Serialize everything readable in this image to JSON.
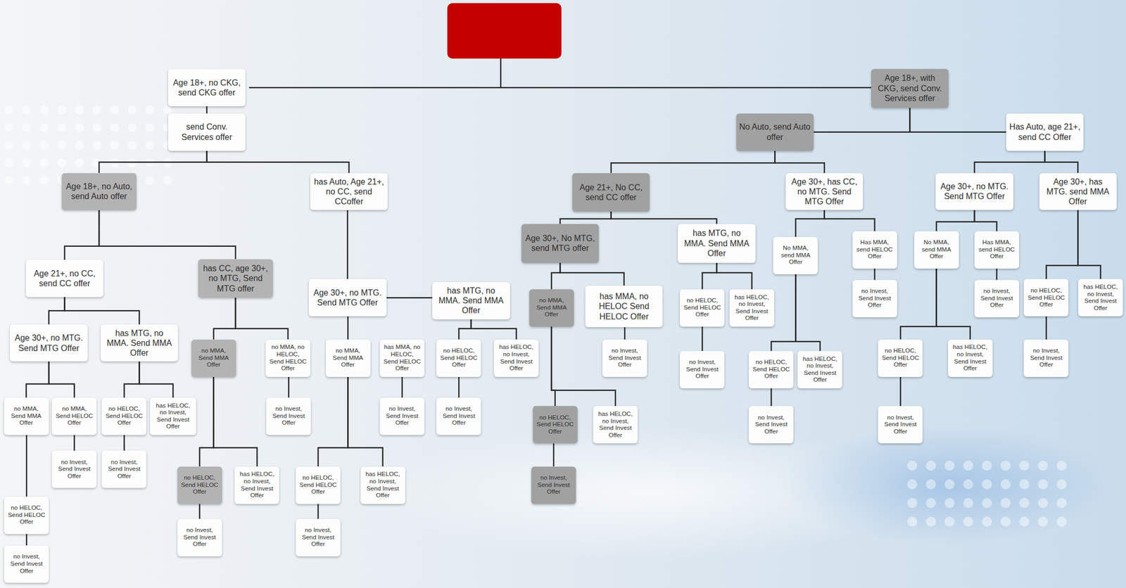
{
  "diagram": {
    "nodes": [
      {
        "text": [
          "Age 18+, no CKG, send CKG offer"
        ]
      },
      {
        "text": [
          "send Conv. Services offer"
        ]
      },
      {
        "text": [
          "Age 18+, no Auto, send Auto offer"
        ]
      },
      {
        "text": [
          "Age 21+, no CC, send CC offer"
        ]
      },
      {
        "text": [
          "Age 30+, no MTG. Send MTG Offer"
        ]
      },
      {
        "text": [
          "no MMA, Send MMA Offer"
        ]
      },
      {
        "text": [
          "no HELOC, Send HELOC Offer"
        ]
      },
      {
        "text": [
          "no Invest, Send Invest Offer"
        ]
      },
      {
        "text": [
          "no MMA, Send HELOC Offer"
        ]
      },
      {
        "text": [
          "no Invest, Send Invest Offer"
        ]
      },
      {
        "text": [
          "has MTG, no MMA. Send MMA Offer"
        ]
      },
      {
        "text": [
          "no HELOC, Send HELOC Offer"
        ]
      },
      {
        "text": [
          "no Invest, Send Invest Offer"
        ]
      },
      {
        "text": [
          "has HELOC, no Invest, Send Invest Offer"
        ]
      },
      {
        "text": [
          "has CC, age 30+, no MTG, Send MTG offer"
        ]
      },
      {
        "text": [
          "no MMA, Send MMA Offer"
        ]
      },
      {
        "text": [
          "no HELOC, Send HELOC Offer"
        ]
      },
      {
        "text": [
          "no Invest, Send Invest Offer"
        ]
      },
      {
        "text": [
          "has HELOC, no Invest, Send Invest Offer"
        ]
      },
      {
        "text": [
          "no MMA, no HELOC, Send HELOC Offer"
        ]
      },
      {
        "text": [
          "no Invest, Send Invest Offer"
        ]
      },
      {
        "text": [
          "has Auto, Age 21+, no CC, send CCoffer"
        ]
      },
      {
        "text": [
          "Age 30+, no MTG. Send MTG Offer"
        ]
      },
      {
        "text": [
          "no MMA, Send MMA Offer"
        ]
      },
      {
        "text": [
          "no HELOC, Send HELOC Offer"
        ]
      },
      {
        "text": [
          "no Invest, Send Invest Offer"
        ]
      },
      {
        "text": [
          "has HELOC, no Invest, Send Invest Offer"
        ]
      },
      {
        "text": [
          "has MMA, no HELOC, Send HELOC Offer"
        ]
      },
      {
        "text": [
          "no Invest, Send Invest Offer"
        ]
      },
      {
        "text": [
          "has MTG, no MMA. Send MMA Offer"
        ]
      },
      {
        "text": [
          "no HELOC, Send HELOC Offer"
        ]
      },
      {
        "text": [
          "no Invest, Send Invest Offer"
        ]
      },
      {
        "text": [
          "has HELOC, no Invest, Send Invest Offer"
        ]
      },
      {
        "text": [
          "Age 18+, with CKG, send Conv. Services offer"
        ]
      },
      {
        "text": [
          "No Auto, send Auto offer"
        ]
      },
      {
        "text": [
          "Age 21+, No CC, send CC offer"
        ]
      },
      {
        "text": [
          "Age 30+, No MTG, send MTG offer"
        ]
      },
      {
        "text": [
          "no MMA, Send MMA Offer"
        ]
      },
      {
        "text": [
          "no HELOC, Send HELOC Offer"
        ]
      },
      {
        "text": [
          "no Invest, Send Invest Offer"
        ]
      },
      {
        "text": [
          "has HELOC, no Invest, Send Invest Offer"
        ]
      },
      {
        "text": [
          "has MMA, no HELOC Send HELOC Offer"
        ]
      },
      {
        "text": [
          "no Invest, Send Invest Offer"
        ]
      },
      {
        "text": [
          "has MTG, no MMA. Send MMA Offer"
        ]
      },
      {
        "text": [
          "no HELOC, Send HELOC Offer"
        ]
      },
      {
        "text": [
          "no Invest, Send Invest Offer"
        ]
      },
      {
        "text": [
          "has HELOC, no Invest, Send Invest Offer"
        ]
      },
      {
        "text": [
          "Age 30+, has CC, no MTG. Send MTG Offer"
        ]
      },
      {
        "text": [
          "No MMA, send MMA Offer"
        ]
      },
      {
        "text": [
          "no HELOC, Send HELOC Offer"
        ]
      },
      {
        "text": [
          "no Invest, Send Invest Offer"
        ]
      },
      {
        "text": [
          "has HELOC, no Invest, Send Invest Offer"
        ]
      },
      {
        "text": [
          "Has MMA, send HELOC Offer"
        ]
      },
      {
        "text": [
          "no Invest, Send Invest Offer"
        ]
      },
      {
        "text": [
          "Has Auto, age 21+, send CC Offer"
        ]
      },
      {
        "text": [
          "Age 30+, no MTG. Send MTG Offer"
        ]
      },
      {
        "text": [
          "No MMA, send MMA Offer"
        ]
      },
      {
        "text": [
          "no HELOC, Send HELOC Offer"
        ]
      },
      {
        "text": [
          "no Invest, Send Invest Offer"
        ]
      },
      {
        "text": [
          "has HELOC, no Invest, Send Invest Offer"
        ]
      },
      {
        "text": [
          "Has MMA, send HELOC Offer"
        ]
      },
      {
        "text": [
          "no Invest, Send Invest Offer"
        ]
      },
      {
        "text": [
          "Age 30+, has MTG. send MMA Offer"
        ]
      },
      {
        "text": [
          "no HELOC, Send HELOC Offer"
        ]
      },
      {
        "text": [
          "no Invest, Send Invest Offer"
        ]
      },
      {
        "text": [
          "has HELOC, no Invest, Send Invest Offer"
        ]
      }
    ],
    "edges": [
      {
        "from": 0,
        "to": 1,
        "arrow": "none"
      },
      {
        "from": 1,
        "to": 2,
        "arrow": "none"
      },
      {
        "from": 2,
        "to": 3,
        "arrow": "none"
      },
      {
        "from": 3,
        "to": 4,
        "arrow": "none"
      },
      {
        "from": 4,
        "to": 5,
        "arrow": "none"
      },
      {
        "from": 5,
        "to": 6,
        "arrow": "none"
      },
      {
        "from": 6,
        "to": 7,
        "arrow": "none"
      },
      {
        "from": 4,
        "to": 8,
        "arrow": "none"
      },
      {
        "from": 8,
        "to": 9,
        "arrow": "none"
      },
      {
        "from": 3,
        "to": 10,
        "arrow": "none"
      },
      {
        "from": 10,
        "to": 11,
        "arrow": "none"
      },
      {
        "from": 11,
        "to": 12,
        "arrow": "none"
      },
      {
        "from": 10,
        "to": 13,
        "arrow": "none"
      },
      {
        "from": 2,
        "to": 14,
        "arrow": "none"
      },
      {
        "from": 14,
        "to": 15,
        "arrow": "none"
      },
      {
        "from": 15,
        "to": 16,
        "arrow": "none"
      },
      {
        "from": 16,
        "to": 17,
        "arrow": "none"
      },
      {
        "from": 15,
        "to": 18,
        "arrow": "none"
      },
      {
        "from": 14,
        "to": 19,
        "arrow": "none"
      },
      {
        "from": 19,
        "to": 20,
        "arrow": "none"
      },
      {
        "from": 1,
        "to": 21,
        "arrow": "none"
      },
      {
        "from": 21,
        "to": 22,
        "arrow": "none"
      },
      {
        "from": 22,
        "to": 23,
        "arrow": "none"
      },
      {
        "from": 23,
        "to": 24,
        "arrow": "none"
      },
      {
        "from": 24,
        "to": 25,
        "arrow": "none"
      },
      {
        "from": 23,
        "to": 26,
        "arrow": "none"
      },
      {
        "from": 27,
        "to": 28,
        "arrow": "none"
      },
      {
        "from": 22,
        "to": 29,
        "arrow": "none"
      },
      {
        "from": 29,
        "to": 30,
        "arrow": "none"
      },
      {
        "from": 30,
        "to": 31,
        "arrow": "none"
      },
      {
        "from": 29,
        "to": 32,
        "arrow": "none"
      },
      {
        "from": 33,
        "to": 34,
        "arrow": "none"
      },
      {
        "from": 34,
        "to": 35,
        "arrow": "none"
      },
      {
        "from": 35,
        "to": 36,
        "arrow": "none"
      },
      {
        "from": 36,
        "to": 37,
        "arrow": "none"
      },
      {
        "from": 37,
        "to": 38,
        "arrow": "none"
      },
      {
        "from": 38,
        "to": 39,
        "arrow": "none"
      },
      {
        "from": 37,
        "to": 40,
        "arrow": "none"
      },
      {
        "from": 36,
        "to": 41,
        "arrow": "none"
      },
      {
        "from": 41,
        "to": 42,
        "arrow": "none"
      },
      {
        "from": 35,
        "to": 43,
        "arrow": "none"
      },
      {
        "from": 43,
        "to": 44,
        "arrow": "none"
      },
      {
        "from": 44,
        "to": 45,
        "arrow": "none"
      },
      {
        "from": 43,
        "to": 46,
        "arrow": "none"
      },
      {
        "from": 34,
        "to": 47,
        "arrow": "none"
      },
      {
        "from": 47,
        "to": 48,
        "arrow": "none"
      },
      {
        "from": 48,
        "to": 49,
        "arrow": "none"
      },
      {
        "from": 49,
        "to": 50,
        "arrow": "none"
      },
      {
        "from": 48,
        "to": 51,
        "arrow": "none"
      },
      {
        "from": 47,
        "to": 52,
        "arrow": "none"
      },
      {
        "from": 52,
        "to": 53,
        "arrow": "none"
      },
      {
        "from": 33,
        "to": 54,
        "arrow": "none"
      },
      {
        "from": 54,
        "to": 55,
        "arrow": "none"
      },
      {
        "from": 55,
        "to": 56,
        "arrow": "none"
      },
      {
        "from": 56,
        "to": 57,
        "arrow": "none"
      },
      {
        "from": 57,
        "to": 58,
        "arrow": "none"
      },
      {
        "from": 56,
        "to": 59,
        "arrow": "none"
      },
      {
        "from": 55,
        "to": 60,
        "arrow": "none"
      },
      {
        "from": 60,
        "to": 61,
        "arrow": "none"
      },
      {
        "from": 54,
        "to": 62,
        "arrow": "none"
      },
      {
        "from": 62,
        "to": 63,
        "arrow": "none"
      },
      {
        "from": 63,
        "to": 64,
        "arrow": "none"
      },
      {
        "from": 62,
        "to": 65,
        "arrow": "none"
      }
    ]
  }
}
